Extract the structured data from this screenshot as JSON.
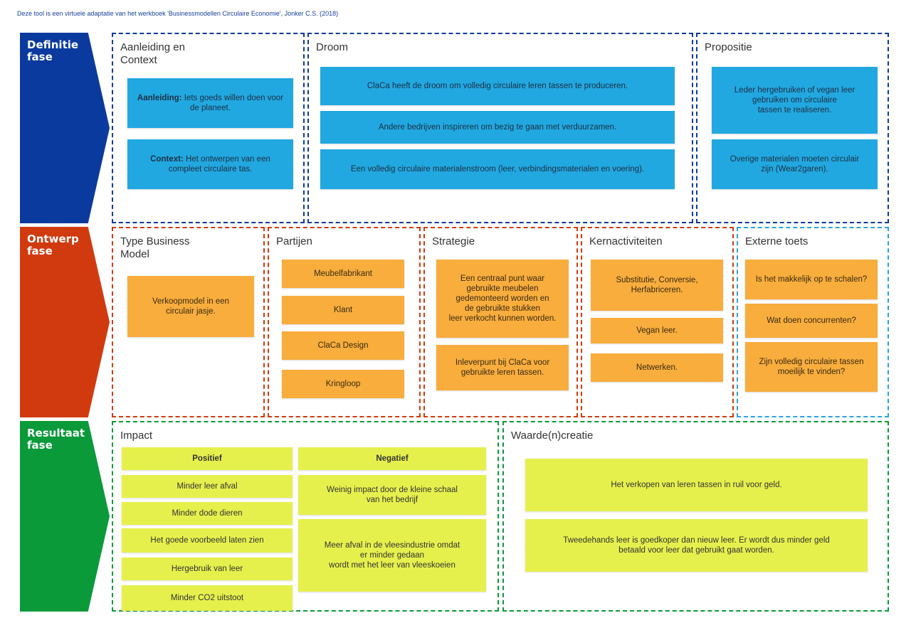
{
  "credit": "Deze tool is een virtuele adaptatie van het werkboek 'Businessmodellen Circulaire Economie', Jonker C.S. (2018)",
  "colors": {
    "definitie": "#0b3a9e",
    "ontwerp": "#d13a0f",
    "resultaat": "#0a9a3a",
    "blue_card": "#22a8e0",
    "orange_card": "#f8ad3d",
    "yellow_card": "#e6f04c",
    "external_border": "#29a3e3"
  },
  "phases": {
    "definitie": "Definitie\nfase",
    "ontwerp": "Ontwerp\nfase",
    "resultaat": "Resultaat\nfase"
  },
  "definitie": {
    "aanleiding": {
      "title": "Aanleiding en\nContext",
      "card1_label": "Aanleiding:",
      "card1_text": " Iets goeds willen doen voor de planeet.",
      "card2_label": "Context:",
      "card2_text": " Het ontwerpen van een compleet circulaire tas."
    },
    "droom": {
      "title": "Droom",
      "cards": [
        "ClaCa heeft de droom om volledig circulaire leren tassen te produceren.",
        "Andere bedrijven inspireren om bezig te gaan met verduurzamen.",
        "Een volledig circulaire materialenstroom (leer, verbindingsmaterialen en voering)."
      ]
    },
    "propositie": {
      "title": "Propositie",
      "cards": [
        "Leder hergebruiken of vegan leer\ngebruiken om circulaire\ntassen te realiseren.",
        "Overige materialen moeten circulair\nzijn (Wear2garen)."
      ]
    }
  },
  "ontwerp": {
    "type": {
      "title": "Type Business\nModel",
      "cards": [
        "Verkoopmodel in een\ncirculair jasje."
      ]
    },
    "partijen": {
      "title": "Partijen",
      "cards": [
        "Meubelfabrikant",
        "Klant",
        "ClaCa Design",
        "Kringloop"
      ]
    },
    "strategie": {
      "title": "Strategie",
      "cards": [
        "Een centraal punt waar\ngebruikte meubelen\ngedemonteerd worden en\nde gebruikte stukken\nleer verkocht kunnen worden.",
        "Inleverpunt bij ClaCa voor\ngebruikte leren tassen."
      ]
    },
    "kern": {
      "title": "Kernactiviteiten",
      "cards": [
        "Substitutie, Conversie,\nHerfabriceren.",
        "Vegan leer.",
        "Netwerken."
      ]
    },
    "externe": {
      "title": "Externe toets",
      "cards": [
        "Is het makkelijk op te schalen?",
        "Wat doen concurrenten?",
        "Zijn volledig circulaire tassen\nmoeilijk te vinden?"
      ]
    }
  },
  "resultaat": {
    "impact": {
      "title": "Impact",
      "positief_header": "Positief",
      "negatief_header": "Negatief",
      "positief": [
        "Minder leer afval",
        "Minder dode dieren",
        "Het goede voorbeeld laten zien",
        "Hergebruik van leer",
        "Minder CO2 uitstoot"
      ],
      "negatief": [
        "Weinig impact door de kleine schaal\nvan het bedrijf",
        "Meer afval in de vleesindustrie omdat\ner minder gedaan\nwordt met het leer van vleeskoeien"
      ]
    },
    "waarde": {
      "title": "Waarde(n)creatie",
      "cards": [
        "Het verkopen van leren tassen in ruil voor geld.",
        "Tweedehands leer is goedkoper dan nieuw leer. Er wordt dus minder geld\nbetaald voor leer dat gebruikt gaat worden."
      ]
    }
  }
}
